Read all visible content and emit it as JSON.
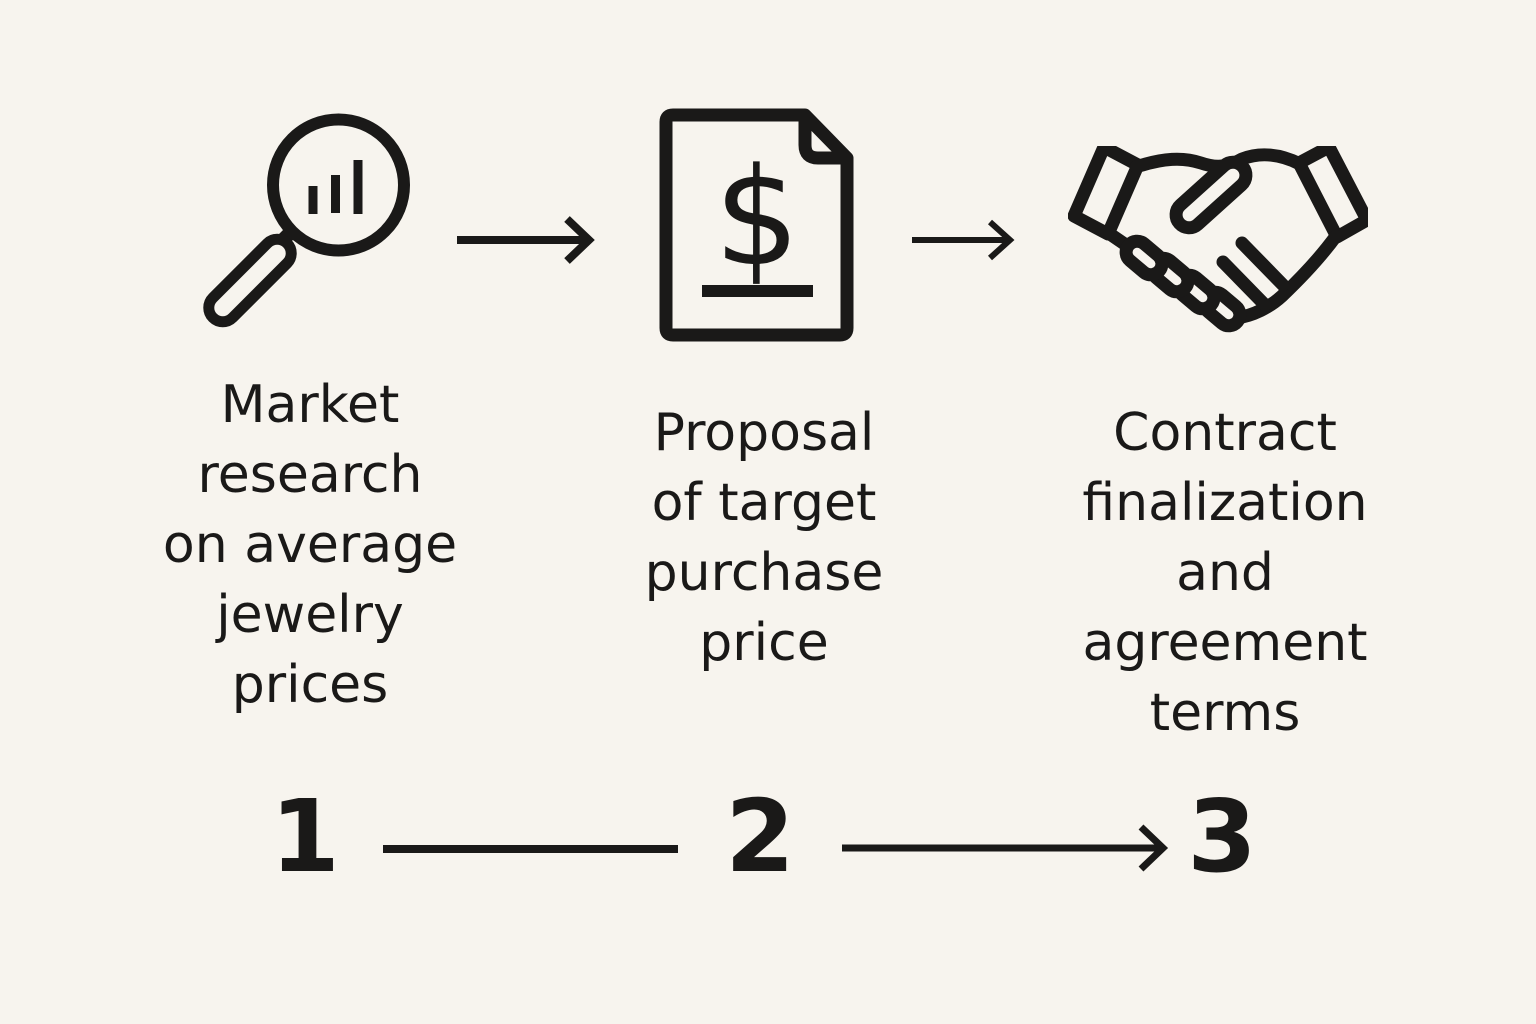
{
  "palette": {
    "background": "#f7f4ee",
    "ink": "#1a1918"
  },
  "diagram": {
    "type": "process-flow",
    "title": "",
    "steps": [
      {
        "number": "1",
        "icon": "magnifier-bar-chart",
        "label": "Market\nresearch\non average\njewelry\nprices"
      },
      {
        "number": "2",
        "icon": "document-dollar",
        "label": "Proposal\nof target\npurchase\nprice"
      },
      {
        "number": "3",
        "icon": "handshake",
        "label": "Contract\nfinalization\nand\nagreement\nterms"
      }
    ],
    "dollar_glyph": "$"
  }
}
